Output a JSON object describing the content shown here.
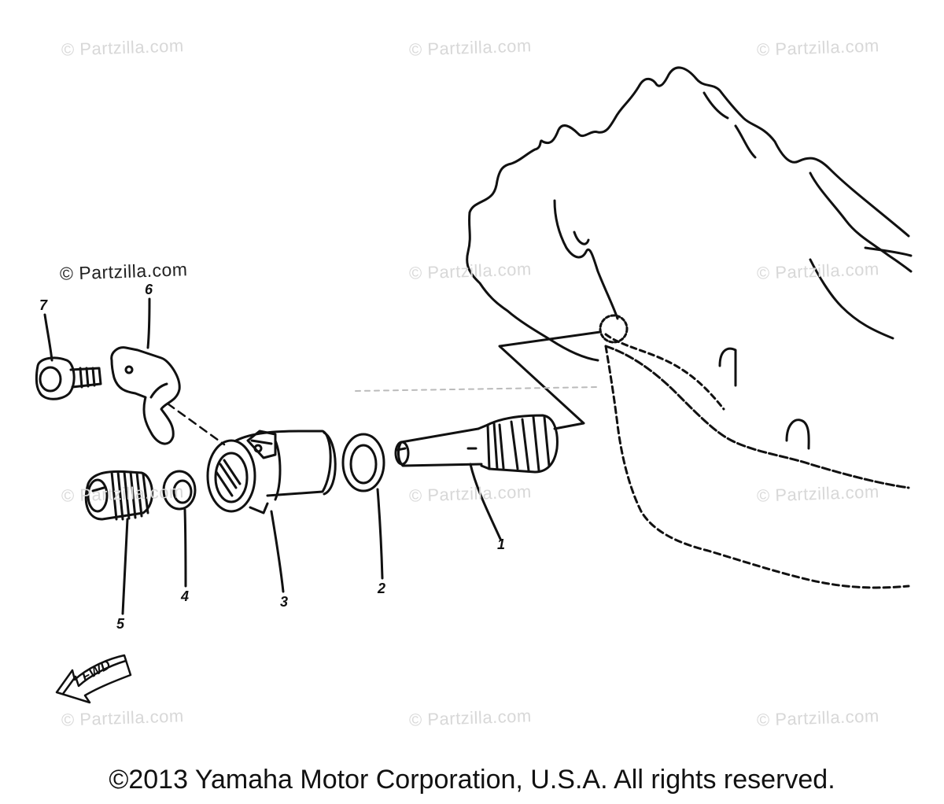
{
  "watermarks": [
    "© Partzilla.com",
    "© Partzilla.com",
    "© Partzilla.com",
    "© Partzilla.com",
    "© Partzilla.com",
    "© Partzilla.com",
    "© Partzilla.com",
    "© Partzilla.com",
    "© Partzilla.com",
    "© Partzilla.com",
    "© Partzilla.com",
    "© Partzilla.com"
  ],
  "callouts": {
    "p1": "1",
    "p2": "2",
    "p3": "3",
    "p4": "4",
    "p5": "5",
    "p6": "6",
    "p7": "7"
  },
  "forward_arrow_label": "FWD",
  "copyright": "©2013  Yamaha Motor Corporation, U.S.A. All rights reserved."
}
